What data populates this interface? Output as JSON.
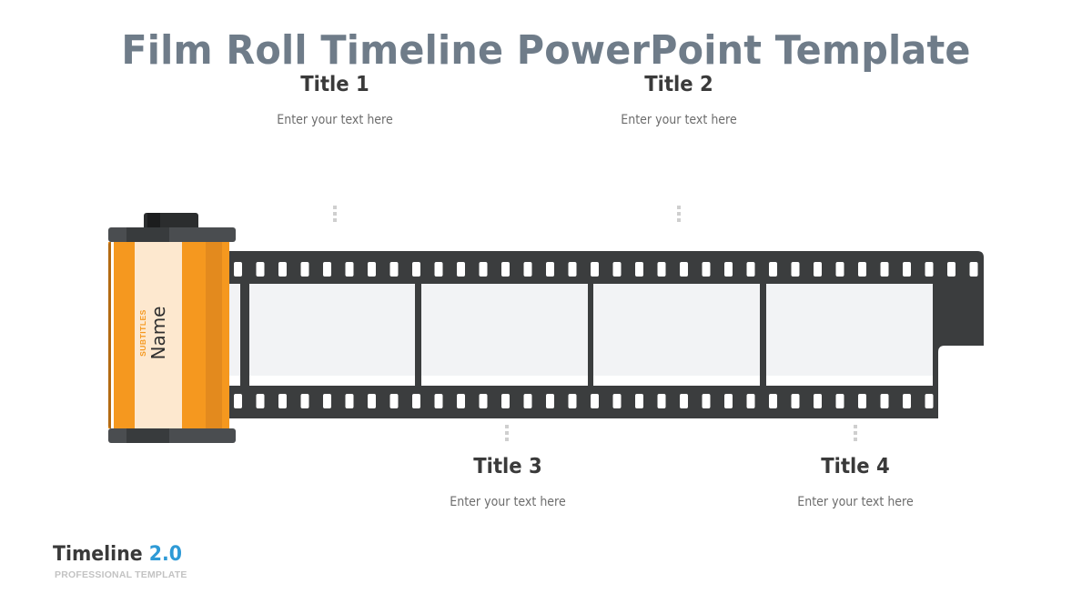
{
  "slide": {
    "title": "Film Roll Timeline PowerPoint Template"
  },
  "milestones": [
    {
      "title": "Title 1",
      "text": "Enter your text here",
      "position": "top"
    },
    {
      "title": "Title 2",
      "text": "Enter your text here",
      "position": "top"
    },
    {
      "title": "Title 3",
      "text": "Enter your text here",
      "position": "bottom"
    },
    {
      "title": "Title 4",
      "text": "Enter your text here",
      "position": "bottom"
    }
  ],
  "canister": {
    "subtitle": "SUBTITLES",
    "name": "Name"
  },
  "film_strip": {
    "frames": 4,
    "icon": "film-strip-icon"
  },
  "footer": {
    "brand": "Timeline",
    "version": "2.0",
    "tagline": "PROFESSIONAL TEMPLATE"
  },
  "colors": {
    "title": "#6f7c89",
    "film": "#3b3d3e",
    "frame": "#f2f3f5",
    "canister_orange": "#f5981f",
    "canister_cream": "#fde8cf",
    "accent_blue": "#2e9ad6"
  }
}
